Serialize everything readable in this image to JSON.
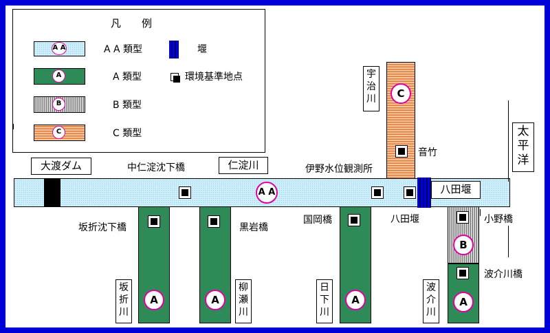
{
  "legend": {
    "title": "凡　　例",
    "aa_symbol": "A A",
    "a_symbol": "A",
    "b_symbol": "B",
    "c_symbol": "C",
    "aa_label": "A A 類型",
    "a_label": "A 類型",
    "b_label": "B 類型",
    "c_label": "C 類型",
    "weir_label": "堰",
    "station_label": "環境基準地点"
  },
  "main_river": {
    "upstream_dam": "大渡ダム",
    "river_name": "仁淀川",
    "class_symbol": "A A",
    "weir_name": "八田堰"
  },
  "stations": {
    "nakaniyodo": "中仁淀沈下橋",
    "inomizui": "伊野水位観測所",
    "sakaori": "坂折沈下橋",
    "kuroiwa": "黒岩橋",
    "kunioka": "国岡橋",
    "hatta": "八田堰",
    "otake": "音竹",
    "onobashi": "小野橋",
    "hagawabashi": "波介川橋"
  },
  "tributaries": {
    "uji": {
      "name": [
        "宇",
        "治",
        "川"
      ],
      "class": "C"
    },
    "sakaori": {
      "name": [
        "坂",
        "折",
        "川"
      ],
      "class": "A"
    },
    "yanase": {
      "name": [
        "柳",
        "瀬",
        "川"
      ],
      "class": "A"
    },
    "kusaka": {
      "name": [
        "日",
        "下",
        "川"
      ],
      "class": "A"
    },
    "hage": {
      "name": [
        "波",
        "介",
        "川"
      ],
      "class_upper": "B",
      "class_lower": "A"
    }
  },
  "ocean": {
    "name": [
      "太",
      "平",
      "洋"
    ]
  },
  "colors": {
    "frame": "#0000d8",
    "aa_fill": "#cdeffb",
    "a_fill": "#2e8b57",
    "c_fill": "#e07a3c",
    "circle_border": "#e000a0",
    "weir": "#0000e0"
  }
}
